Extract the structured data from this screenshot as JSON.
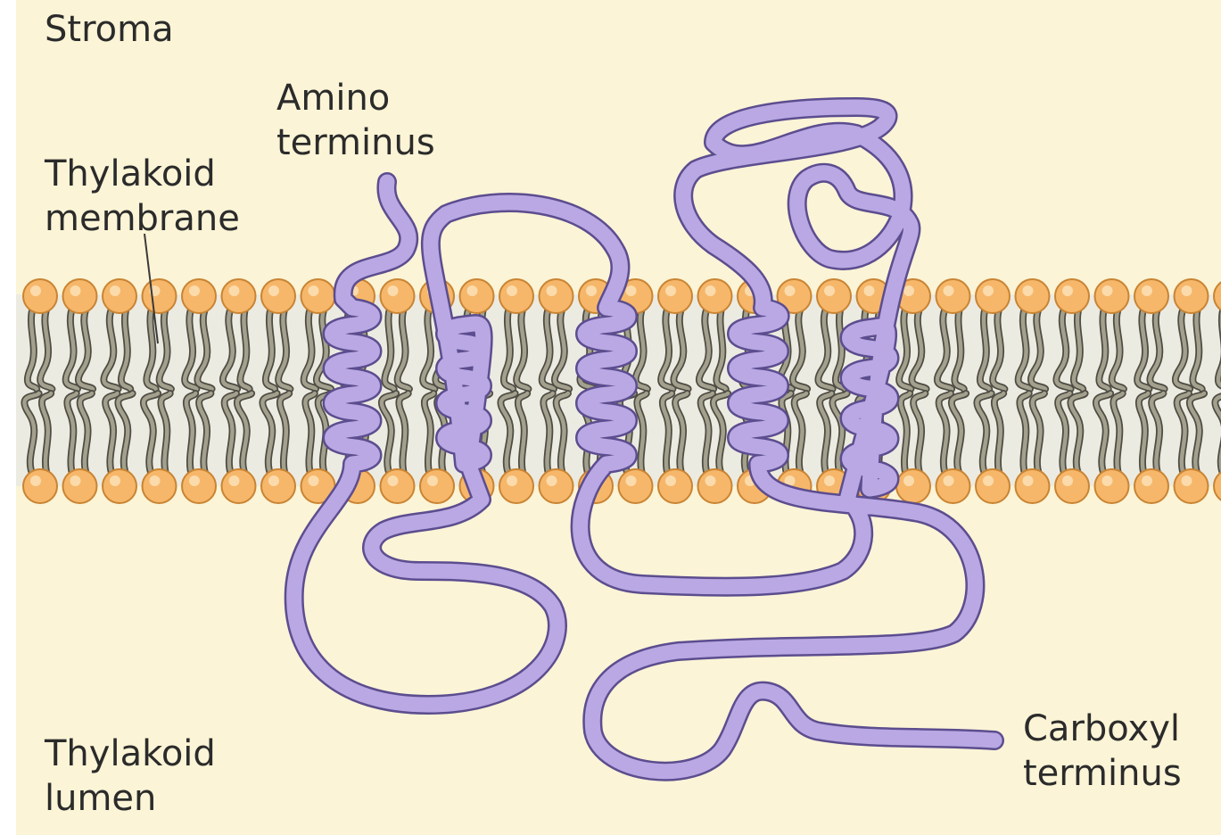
{
  "labels": {
    "stroma": "Stroma",
    "amino_terminus": [
      "Amino",
      "terminus"
    ],
    "thylakoid_membrane": [
      "Thylakoid",
      "membrane"
    ],
    "thylakoid_lumen": [
      "Thylakoid",
      "lumen"
    ],
    "carboxyl_terminus": [
      "Carboxyl",
      "terminus"
    ]
  },
  "colors": {
    "background": "#fbf4d6",
    "membrane_core": "#ecebe2",
    "lipid_head_fill": "#f6b76a",
    "lipid_head_stroke": "#c98433",
    "lipid_tail_fill": "#a3a18d",
    "lipid_tail_stroke": "#4e4c43",
    "protein_fill": "#b9a8e3",
    "protein_outline": "#5c4d8f"
  },
  "transmembrane_helix_count": 5
}
